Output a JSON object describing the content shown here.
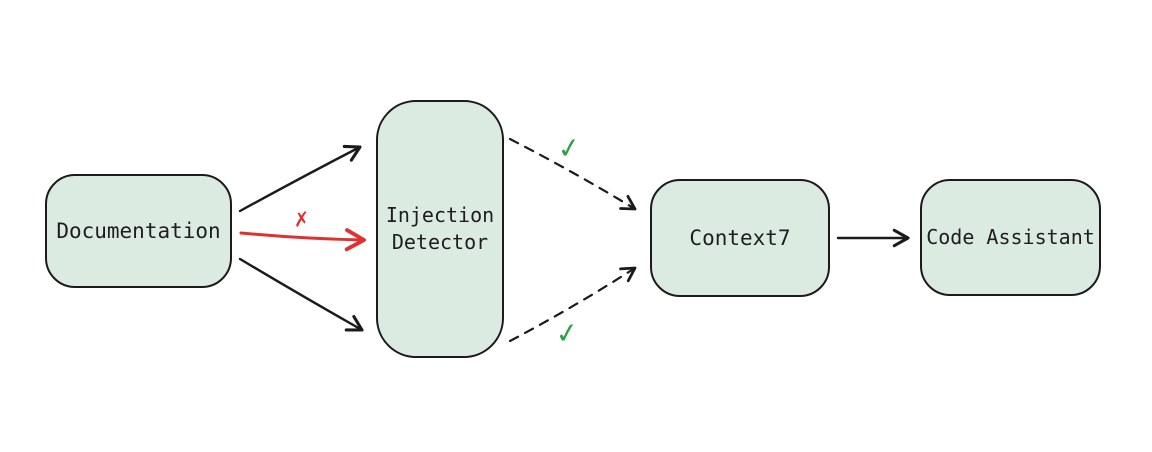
{
  "diagram": {
    "title": "Injection Detector pipeline diagram",
    "nodes": {
      "documentation": {
        "label": "Documentation"
      },
      "injection_detector": {
        "label": "Injection\nDetector"
      },
      "context7": {
        "label": "Context7"
      },
      "code_assistant": {
        "label": "Code Assistant"
      }
    },
    "markers": {
      "reject": "✗",
      "approve_top": "✓",
      "approve_bottom": "✓"
    },
    "edges": [
      {
        "from": "documentation",
        "to": "injection_detector",
        "style": "solid",
        "color": "#1b1b1b",
        "position": "top"
      },
      {
        "from": "documentation",
        "to": "injection_detector",
        "style": "solid",
        "color": "#e03131",
        "position": "middle",
        "marker": "✗"
      },
      {
        "from": "documentation",
        "to": "injection_detector",
        "style": "solid",
        "color": "#1b1b1b",
        "position": "bottom"
      },
      {
        "from": "injection_detector",
        "to": "context7",
        "style": "dashed",
        "color": "#1b1b1b",
        "position": "top",
        "marker": "✓"
      },
      {
        "from": "injection_detector",
        "to": "context7",
        "style": "dashed",
        "color": "#1b1b1b",
        "position": "bottom",
        "marker": "✓"
      },
      {
        "from": "context7",
        "to": "code_assistant",
        "style": "solid",
        "color": "#1b1b1b",
        "position": "middle"
      }
    ],
    "colors": {
      "node_fill": "#dcebe2",
      "node_border": "#1b1b1b",
      "arrow_default": "#1b1b1b",
      "reject_red": "#e03131",
      "approve_green": "#2f9e44",
      "background": "#ffffff"
    }
  }
}
